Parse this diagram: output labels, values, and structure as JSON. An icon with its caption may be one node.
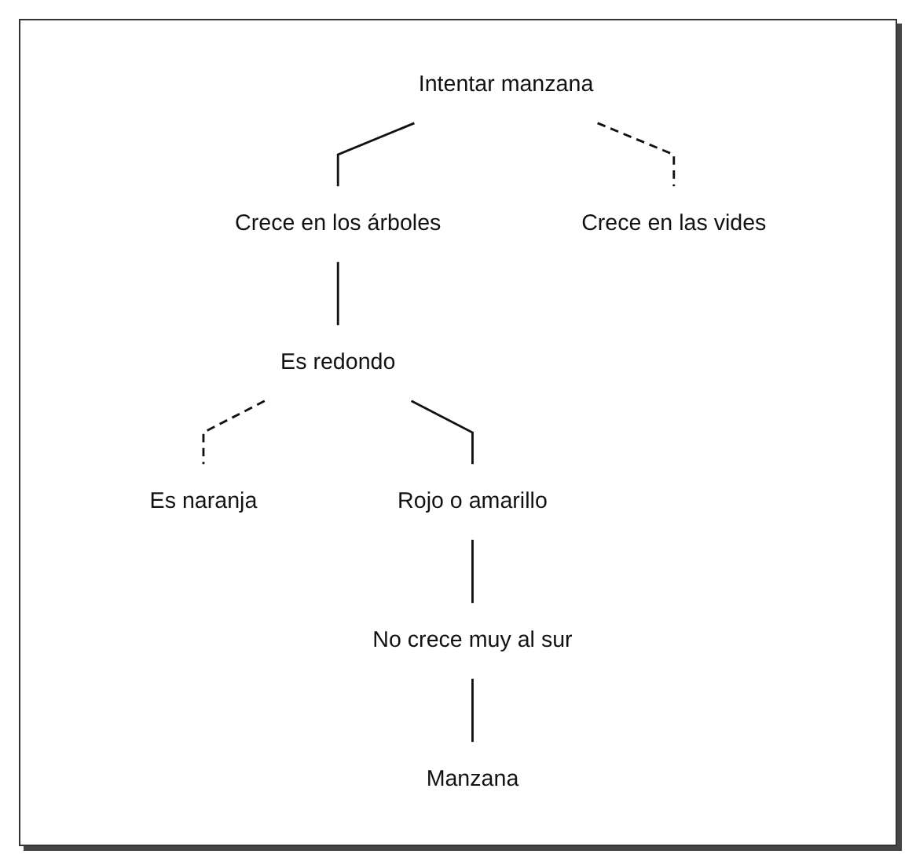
{
  "diagram": {
    "nodes": [
      {
        "text": [
          "Intentar manzana"
        ]
      },
      {
        "text": [
          "Crece en los árboles"
        ]
      },
      {
        "text": [
          "Crece en las vides"
        ]
      },
      {
        "text": [
          "Es redondo"
        ]
      },
      {
        "text": [
          "Es naranja"
        ]
      },
      {
        "text": [
          "Rojo o amarillo"
        ]
      },
      {
        "text": [
          "No crece muy al sur"
        ]
      },
      {
        "text": [
          "Manzana"
        ]
      }
    ],
    "edges": [
      {
        "from": 0,
        "to": 1,
        "arrow": "none"
      },
      {
        "from": 0,
        "to": 2,
        "arrow": "none",
        "style": "dashed"
      },
      {
        "from": 1,
        "to": 3,
        "arrow": "none"
      },
      {
        "from": 3,
        "to": 4,
        "arrow": "none",
        "style": "dashed"
      },
      {
        "from": 3,
        "to": 5,
        "arrow": "none"
      },
      {
        "from": 5,
        "to": 6,
        "arrow": "none"
      },
      {
        "from": 6,
        "to": 7,
        "arrow": "none"
      }
    ]
  }
}
